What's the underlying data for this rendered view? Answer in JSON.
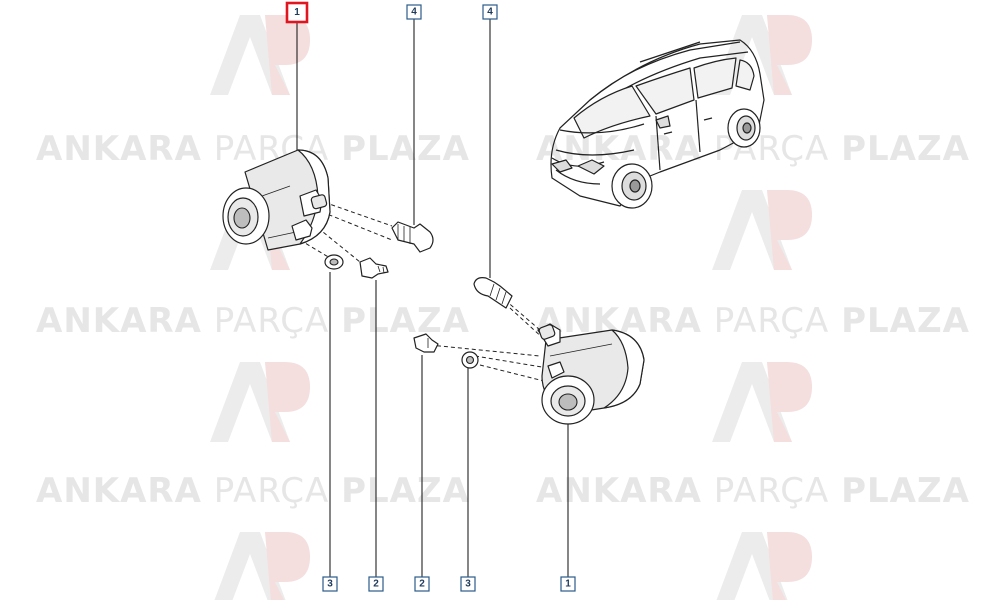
{
  "watermark": {
    "word1": "ANKARA",
    "word2": "PARÇA",
    "word3": "PLAZA",
    "logo_letters": "AP"
  },
  "callouts": [
    {
      "id": "c1-top",
      "label": "1",
      "selected": true
    },
    {
      "id": "c4-left",
      "label": "4",
      "selected": false
    },
    {
      "id": "c4-right",
      "label": "4",
      "selected": false
    },
    {
      "id": "c3-left",
      "label": "3",
      "selected": false
    },
    {
      "id": "c2-left",
      "label": "2",
      "selected": false
    },
    {
      "id": "c2-right",
      "label": "2",
      "selected": false
    },
    {
      "id": "c3-right",
      "label": "3",
      "selected": false
    },
    {
      "id": "c1-bottom",
      "label": "1",
      "selected": false
    }
  ],
  "colors": {
    "selected_callout": "#e0151f",
    "callout_border": "#2b5a8a",
    "watermark": "#e6e6e6",
    "line_art": "#222222"
  }
}
